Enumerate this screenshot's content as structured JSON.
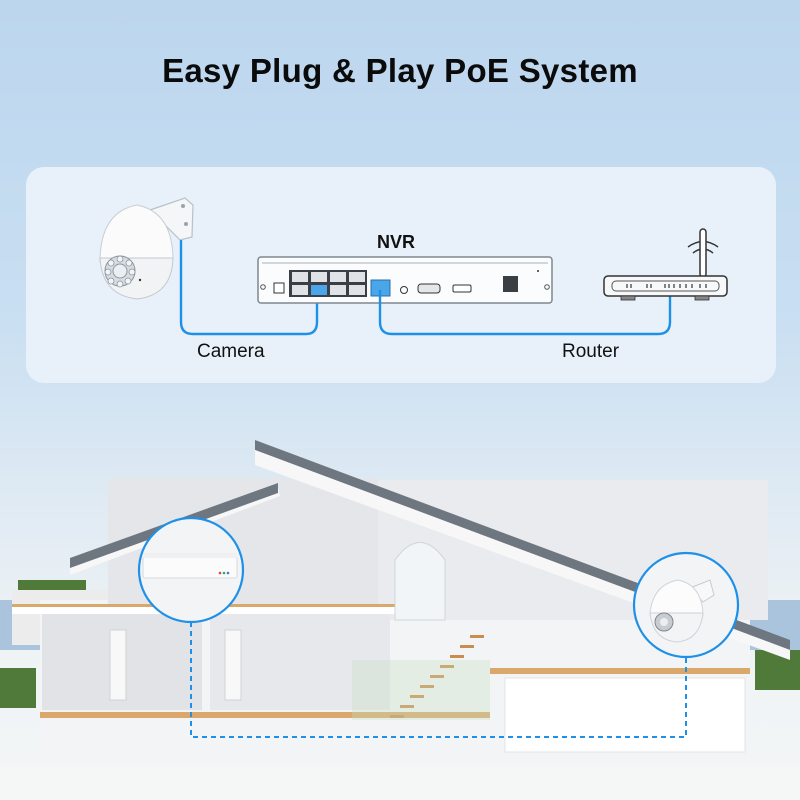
{
  "header": {
    "title": "Easy Plug & Play PoE System"
  },
  "diagram": {
    "nvr_label": "NVR",
    "camera_label": "Camera",
    "router_label": "Router",
    "cable_color": "#1e90e8",
    "highlight_port_color": "#4aa6e8",
    "icons": [
      "ptz-camera-icon",
      "nvr-recorder-icon",
      "router-icon",
      "wifi-signal-icon"
    ]
  },
  "scene": {
    "description": "House cutaway with NVR and PTZ camera connected by dashed cable",
    "highlight_circles": [
      "nvr-closeup",
      "camera-closeup"
    ],
    "connection_style": "dashed",
    "connection_color": "#1e90e8"
  }
}
